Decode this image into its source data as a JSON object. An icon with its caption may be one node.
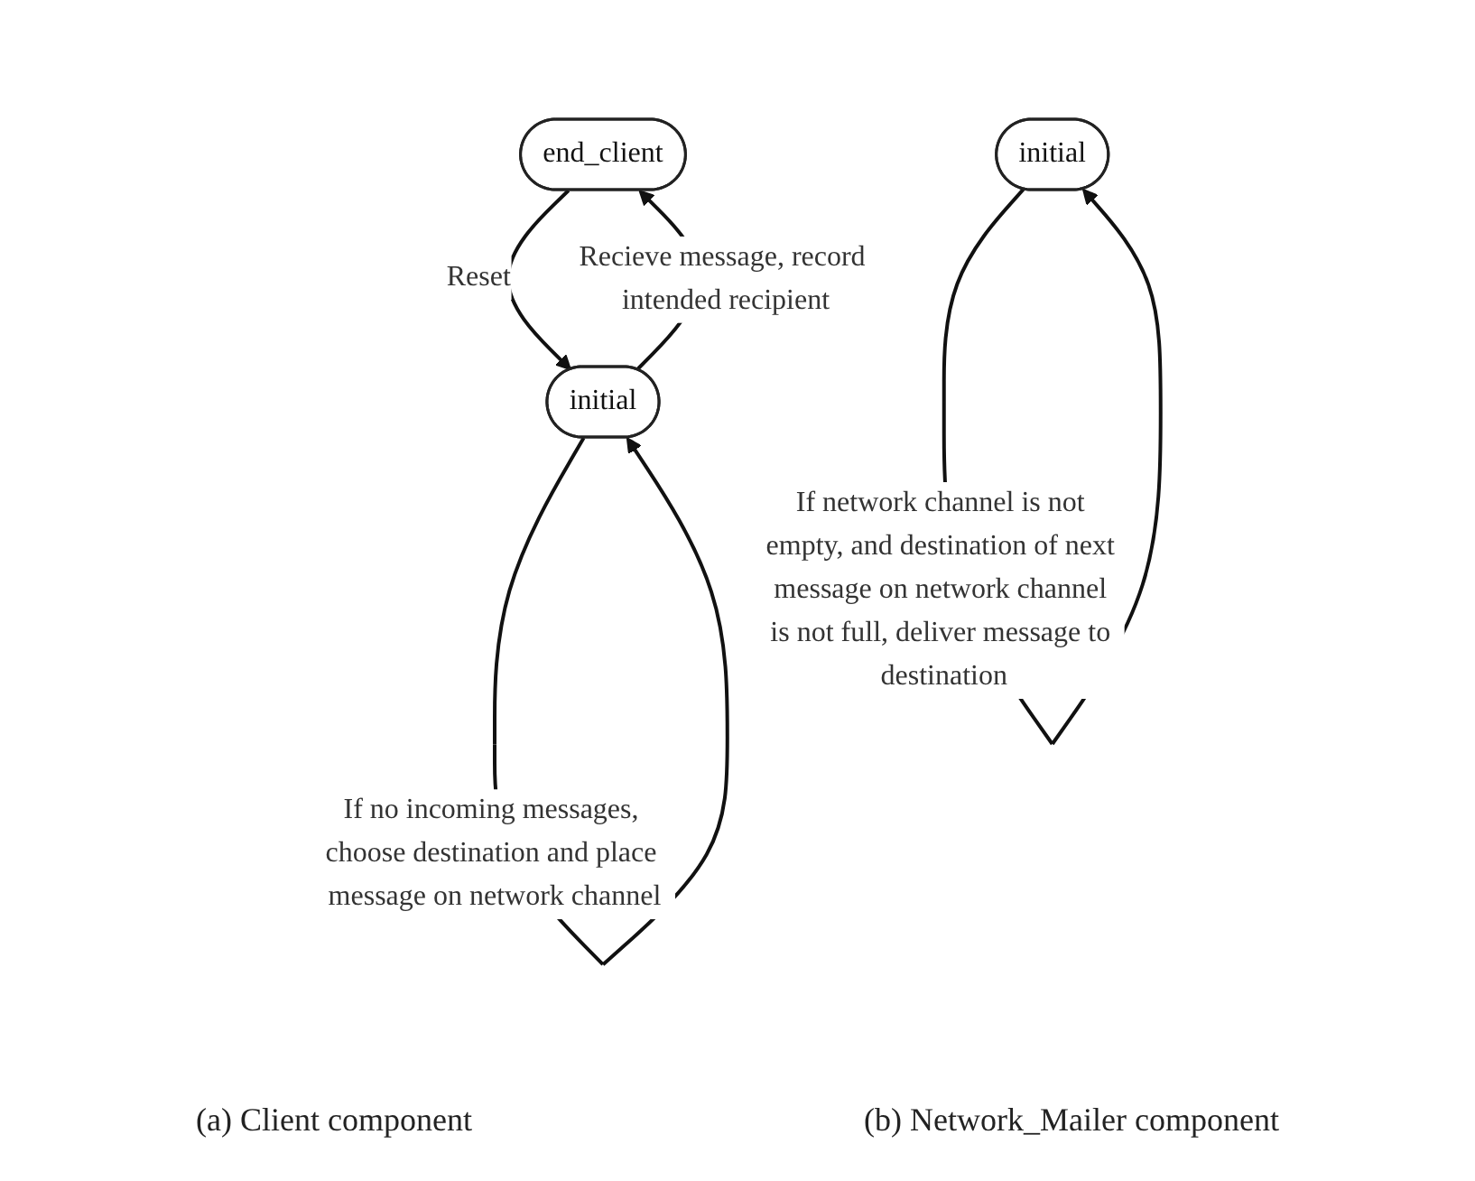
{
  "diagram": {
    "nodes": [
      {
        "text": [
          "end_client"
        ]
      },
      {
        "text": [
          "initial"
        ]
      },
      {
        "text": [
          "initial"
        ]
      }
    ],
    "edges": [
      {
        "from": 0,
        "to": 1,
        "arrow": "to",
        "label": "Reset"
      },
      {
        "from": 1,
        "to": 0,
        "arrow": "to",
        "label": "Recieve message, record intended recipient"
      },
      {
        "from": 1,
        "to": 1,
        "arrow": "to",
        "label": "If no incoming messages, choose destination and place message on network channel"
      },
      {
        "from": 2,
        "to": 2,
        "arrow": "to",
        "label": "If network channel is not empty, and destination of next message on network channel is not full, deliver message to destination"
      }
    ],
    "labels": [
      "(a) Client component",
      "(b) Network_Mailer component"
    ]
  }
}
